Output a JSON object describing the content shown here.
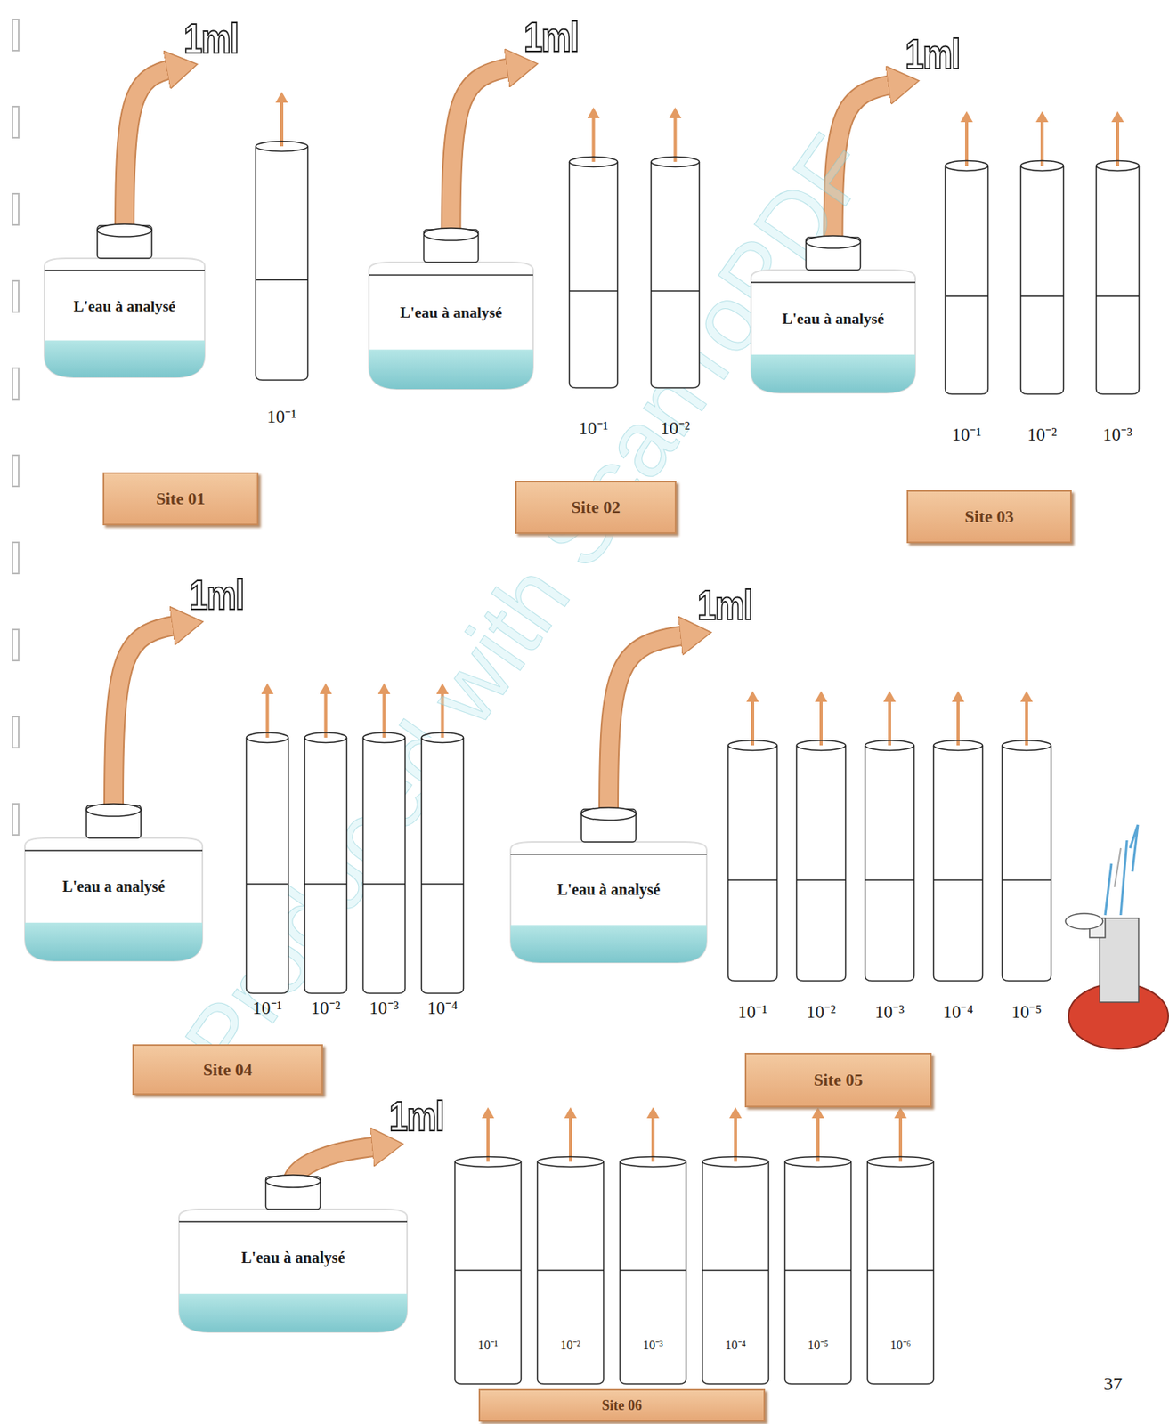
{
  "diagram": {
    "nodes": [
      {
        "text": [
          "L'eau à analysé"
        ]
      },
      {
        "text": [
          "10⁻¹"
        ]
      },
      {
        "text": [
          "Site 01"
        ]
      },
      {
        "text": [
          "L'eau à analysé"
        ]
      },
      {
        "text": [
          "10⁻¹"
        ]
      },
      {
        "text": [
          "10⁻²"
        ]
      },
      {
        "text": [
          "Site 02"
        ]
      },
      {
        "text": [
          "L'eau à analysé"
        ]
      },
      {
        "text": [
          "10⁻¹"
        ]
      },
      {
        "text": [
          "10⁻²"
        ]
      },
      {
        "text": [
          "10⁻³"
        ]
      },
      {
        "text": [
          "Site 03"
        ]
      },
      {
        "text": [
          "L'eau a analysé"
        ]
      },
      {
        "text": [
          "10⁻¹"
        ]
      },
      {
        "text": [
          "10⁻²"
        ]
      },
      {
        "text": [
          "10⁻³"
        ]
      },
      {
        "text": [
          "10⁻⁴"
        ]
      },
      {
        "text": [
          "Site 04"
        ]
      },
      {
        "text": [
          "L'eau à analysé"
        ]
      },
      {
        "text": [
          "10⁻¹"
        ]
      },
      {
        "text": [
          "10⁻²"
        ]
      },
      {
        "text": [
          "10⁻³"
        ]
      },
      {
        "text": [
          "10⁻⁴"
        ]
      },
      {
        "text": [
          "10⁻⁵"
        ]
      },
      {
        "text": [
          "Site 05"
        ]
      },
      {
        "text": [
          "L'eau à analysé"
        ]
      },
      {
        "text": [
          "10⁻¹"
        ]
      },
      {
        "text": [
          "10⁻²"
        ]
      },
      {
        "text": [
          "10⁻³"
        ]
      },
      {
        "text": [
          "10⁻⁴"
        ]
      },
      {
        "text": [
          "10⁻⁵"
        ]
      },
      {
        "text": [
          "10⁻⁶"
        ]
      },
      {
        "text": [
          "Site 06"
        ]
      }
    ],
    "labels": [
      "1ml",
      "1ml",
      "1ml",
      "1ml",
      "1ml",
      "1ml",
      "37",
      "Produced with ScanToPDF"
    ]
  }
}
